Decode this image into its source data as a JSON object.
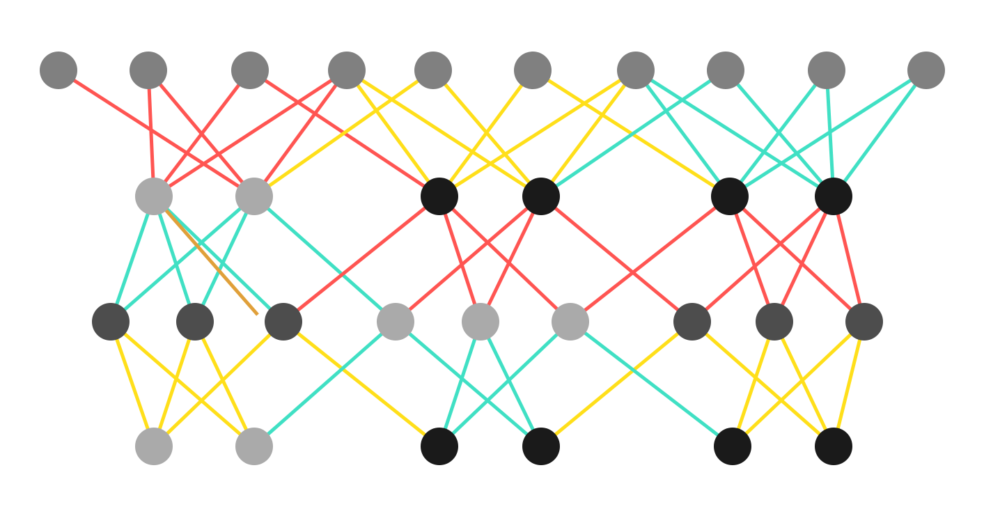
{
  "diagram": {
    "type": "layered-graph",
    "node_radius_note": "",
    "colors": {
      "top": "#808080",
      "light": "#aaaaaa",
      "dark": "#4d4d4d",
      "black": "#1a1a1a",
      "red": "#ff5552",
      "yellow": "#ffdf1a",
      "teal": "#40e0c4",
      "orange": "#e0a03a"
    },
    "nodes": [
      {
        "id": "a0",
        "layer": 0,
        "col": 0,
        "shade": "top"
      },
      {
        "id": "a1",
        "layer": 0,
        "col": 1,
        "shade": "top"
      },
      {
        "id": "a2",
        "layer": 0,
        "col": 2,
        "shade": "top"
      },
      {
        "id": "a3",
        "layer": 0,
        "col": 3,
        "shade": "top"
      },
      {
        "id": "a4",
        "layer": 0,
        "col": 4,
        "shade": "top"
      },
      {
        "id": "a5",
        "layer": 0,
        "col": 5,
        "shade": "top"
      },
      {
        "id": "a6",
        "layer": 0,
        "col": 6,
        "shade": "top"
      },
      {
        "id": "a7",
        "layer": 0,
        "col": 7,
        "shade": "top"
      },
      {
        "id": "a8",
        "layer": 0,
        "col": 8,
        "shade": "top"
      },
      {
        "id": "a9",
        "layer": 0,
        "col": 9,
        "shade": "top"
      },
      {
        "id": "b0",
        "layer": 1,
        "col": 0,
        "shade": "light"
      },
      {
        "id": "b1",
        "layer": 1,
        "col": 1,
        "shade": "light"
      },
      {
        "id": "b2",
        "layer": 1,
        "col": 2,
        "shade": "black"
      },
      {
        "id": "b3",
        "layer": 1,
        "col": 3,
        "shade": "black"
      },
      {
        "id": "b4",
        "layer": 1,
        "col": 4,
        "shade": "black"
      },
      {
        "id": "b5",
        "layer": 1,
        "col": 5,
        "shade": "black"
      },
      {
        "id": "c0",
        "layer": 2,
        "col": 0,
        "shade": "dark"
      },
      {
        "id": "c1",
        "layer": 2,
        "col": 1,
        "shade": "dark"
      },
      {
        "id": "c2",
        "layer": 2,
        "col": 2,
        "shade": "dark"
      },
      {
        "id": "c3",
        "layer": 2,
        "col": 3,
        "shade": "light"
      },
      {
        "id": "c4",
        "layer": 2,
        "col": 4,
        "shade": "light"
      },
      {
        "id": "c5",
        "layer": 2,
        "col": 5,
        "shade": "light"
      },
      {
        "id": "c6",
        "layer": 2,
        "col": 6,
        "shade": "dark"
      },
      {
        "id": "c7",
        "layer": 2,
        "col": 7,
        "shade": "dark"
      },
      {
        "id": "c8",
        "layer": 2,
        "col": 8,
        "shade": "dark"
      },
      {
        "id": "d0",
        "layer": 3,
        "col": 0,
        "shade": "light"
      },
      {
        "id": "d1",
        "layer": 3,
        "col": 1,
        "shade": "light"
      },
      {
        "id": "d2",
        "layer": 3,
        "col": 2,
        "shade": "black"
      },
      {
        "id": "d3",
        "layer": 3,
        "col": 3,
        "shade": "black"
      },
      {
        "id": "d4",
        "layer": 3,
        "col": 4,
        "shade": "black"
      },
      {
        "id": "d5",
        "layer": 3,
        "col": 5,
        "shade": "black"
      }
    ],
    "edges": [
      [
        "a0",
        "b1",
        "red"
      ],
      [
        "a1",
        "b0",
        "red"
      ],
      [
        "a1",
        "b1",
        "red"
      ],
      [
        "a2",
        "b0",
        "red"
      ],
      [
        "a2",
        "b2",
        "red"
      ],
      [
        "a3",
        "b0",
        "red"
      ],
      [
        "a3",
        "b1",
        "red"
      ],
      [
        "a3",
        "b2",
        "yellow"
      ],
      [
        "a3",
        "b3",
        "yellow"
      ],
      [
        "a4",
        "b1",
        "yellow"
      ],
      [
        "a4",
        "b3",
        "yellow"
      ],
      [
        "a5",
        "b2",
        "yellow"
      ],
      [
        "a5",
        "b4",
        "yellow"
      ],
      [
        "a6",
        "b2",
        "yellow"
      ],
      [
        "a6",
        "b3",
        "yellow"
      ],
      [
        "a6",
        "b4",
        "teal"
      ],
      [
        "a6",
        "b5",
        "teal"
      ],
      [
        "a7",
        "b3",
        "teal"
      ],
      [
        "a7",
        "b5",
        "teal"
      ],
      [
        "a8",
        "b4",
        "teal"
      ],
      [
        "a8",
        "b5",
        "teal"
      ],
      [
        "a9",
        "b4",
        "teal"
      ],
      [
        "a9",
        "b5",
        "teal"
      ],
      [
        "b0",
        "c0",
        "teal"
      ],
      [
        "b0",
        "c1",
        "teal"
      ],
      [
        "b0",
        "c2",
        "teal"
      ],
      [
        "b1",
        "c0",
        "teal"
      ],
      [
        "b1",
        "c1",
        "teal"
      ],
      [
        "b1",
        "c3",
        "teal"
      ],
      [
        "b2",
        "c2",
        "red"
      ],
      [
        "b2",
        "c4",
        "red"
      ],
      [
        "b2",
        "c5",
        "red"
      ],
      [
        "b3",
        "c3",
        "red"
      ],
      [
        "b3",
        "c4",
        "red"
      ],
      [
        "b3",
        "c6",
        "red"
      ],
      [
        "b4",
        "c5",
        "red"
      ],
      [
        "b4",
        "c7",
        "red"
      ],
      [
        "b4",
        "c8",
        "red"
      ],
      [
        "b5",
        "c6",
        "red"
      ],
      [
        "b5",
        "c7",
        "red"
      ],
      [
        "b5",
        "c8",
        "red"
      ],
      [
        "c0",
        "d0",
        "yellow"
      ],
      [
        "c0",
        "d1",
        "yellow"
      ],
      [
        "c1",
        "d0",
        "yellow"
      ],
      [
        "c1",
        "d1",
        "yellow"
      ],
      [
        "c2",
        "d0",
        "yellow"
      ],
      [
        "c2",
        "d2",
        "yellow"
      ],
      [
        "c6",
        "d3",
        "yellow"
      ],
      [
        "c6",
        "d5",
        "yellow"
      ],
      [
        "c7",
        "d4",
        "yellow"
      ],
      [
        "c7",
        "d5",
        "yellow"
      ],
      [
        "c8",
        "d4",
        "yellow"
      ],
      [
        "c8",
        "d5",
        "yellow"
      ],
      [
        "c3",
        "d1",
        "teal"
      ],
      [
        "c3",
        "d3",
        "teal"
      ],
      [
        "c4",
        "d2",
        "teal"
      ],
      [
        "c4",
        "d3",
        "teal"
      ],
      [
        "c5",
        "d2",
        "teal"
      ],
      [
        "c5",
        "d4",
        "teal"
      ]
    ],
    "partial_edges": [
      {
        "from": "b0",
        "toward": "c2",
        "color": "orange",
        "fraction": 0.62
      }
    ]
  }
}
